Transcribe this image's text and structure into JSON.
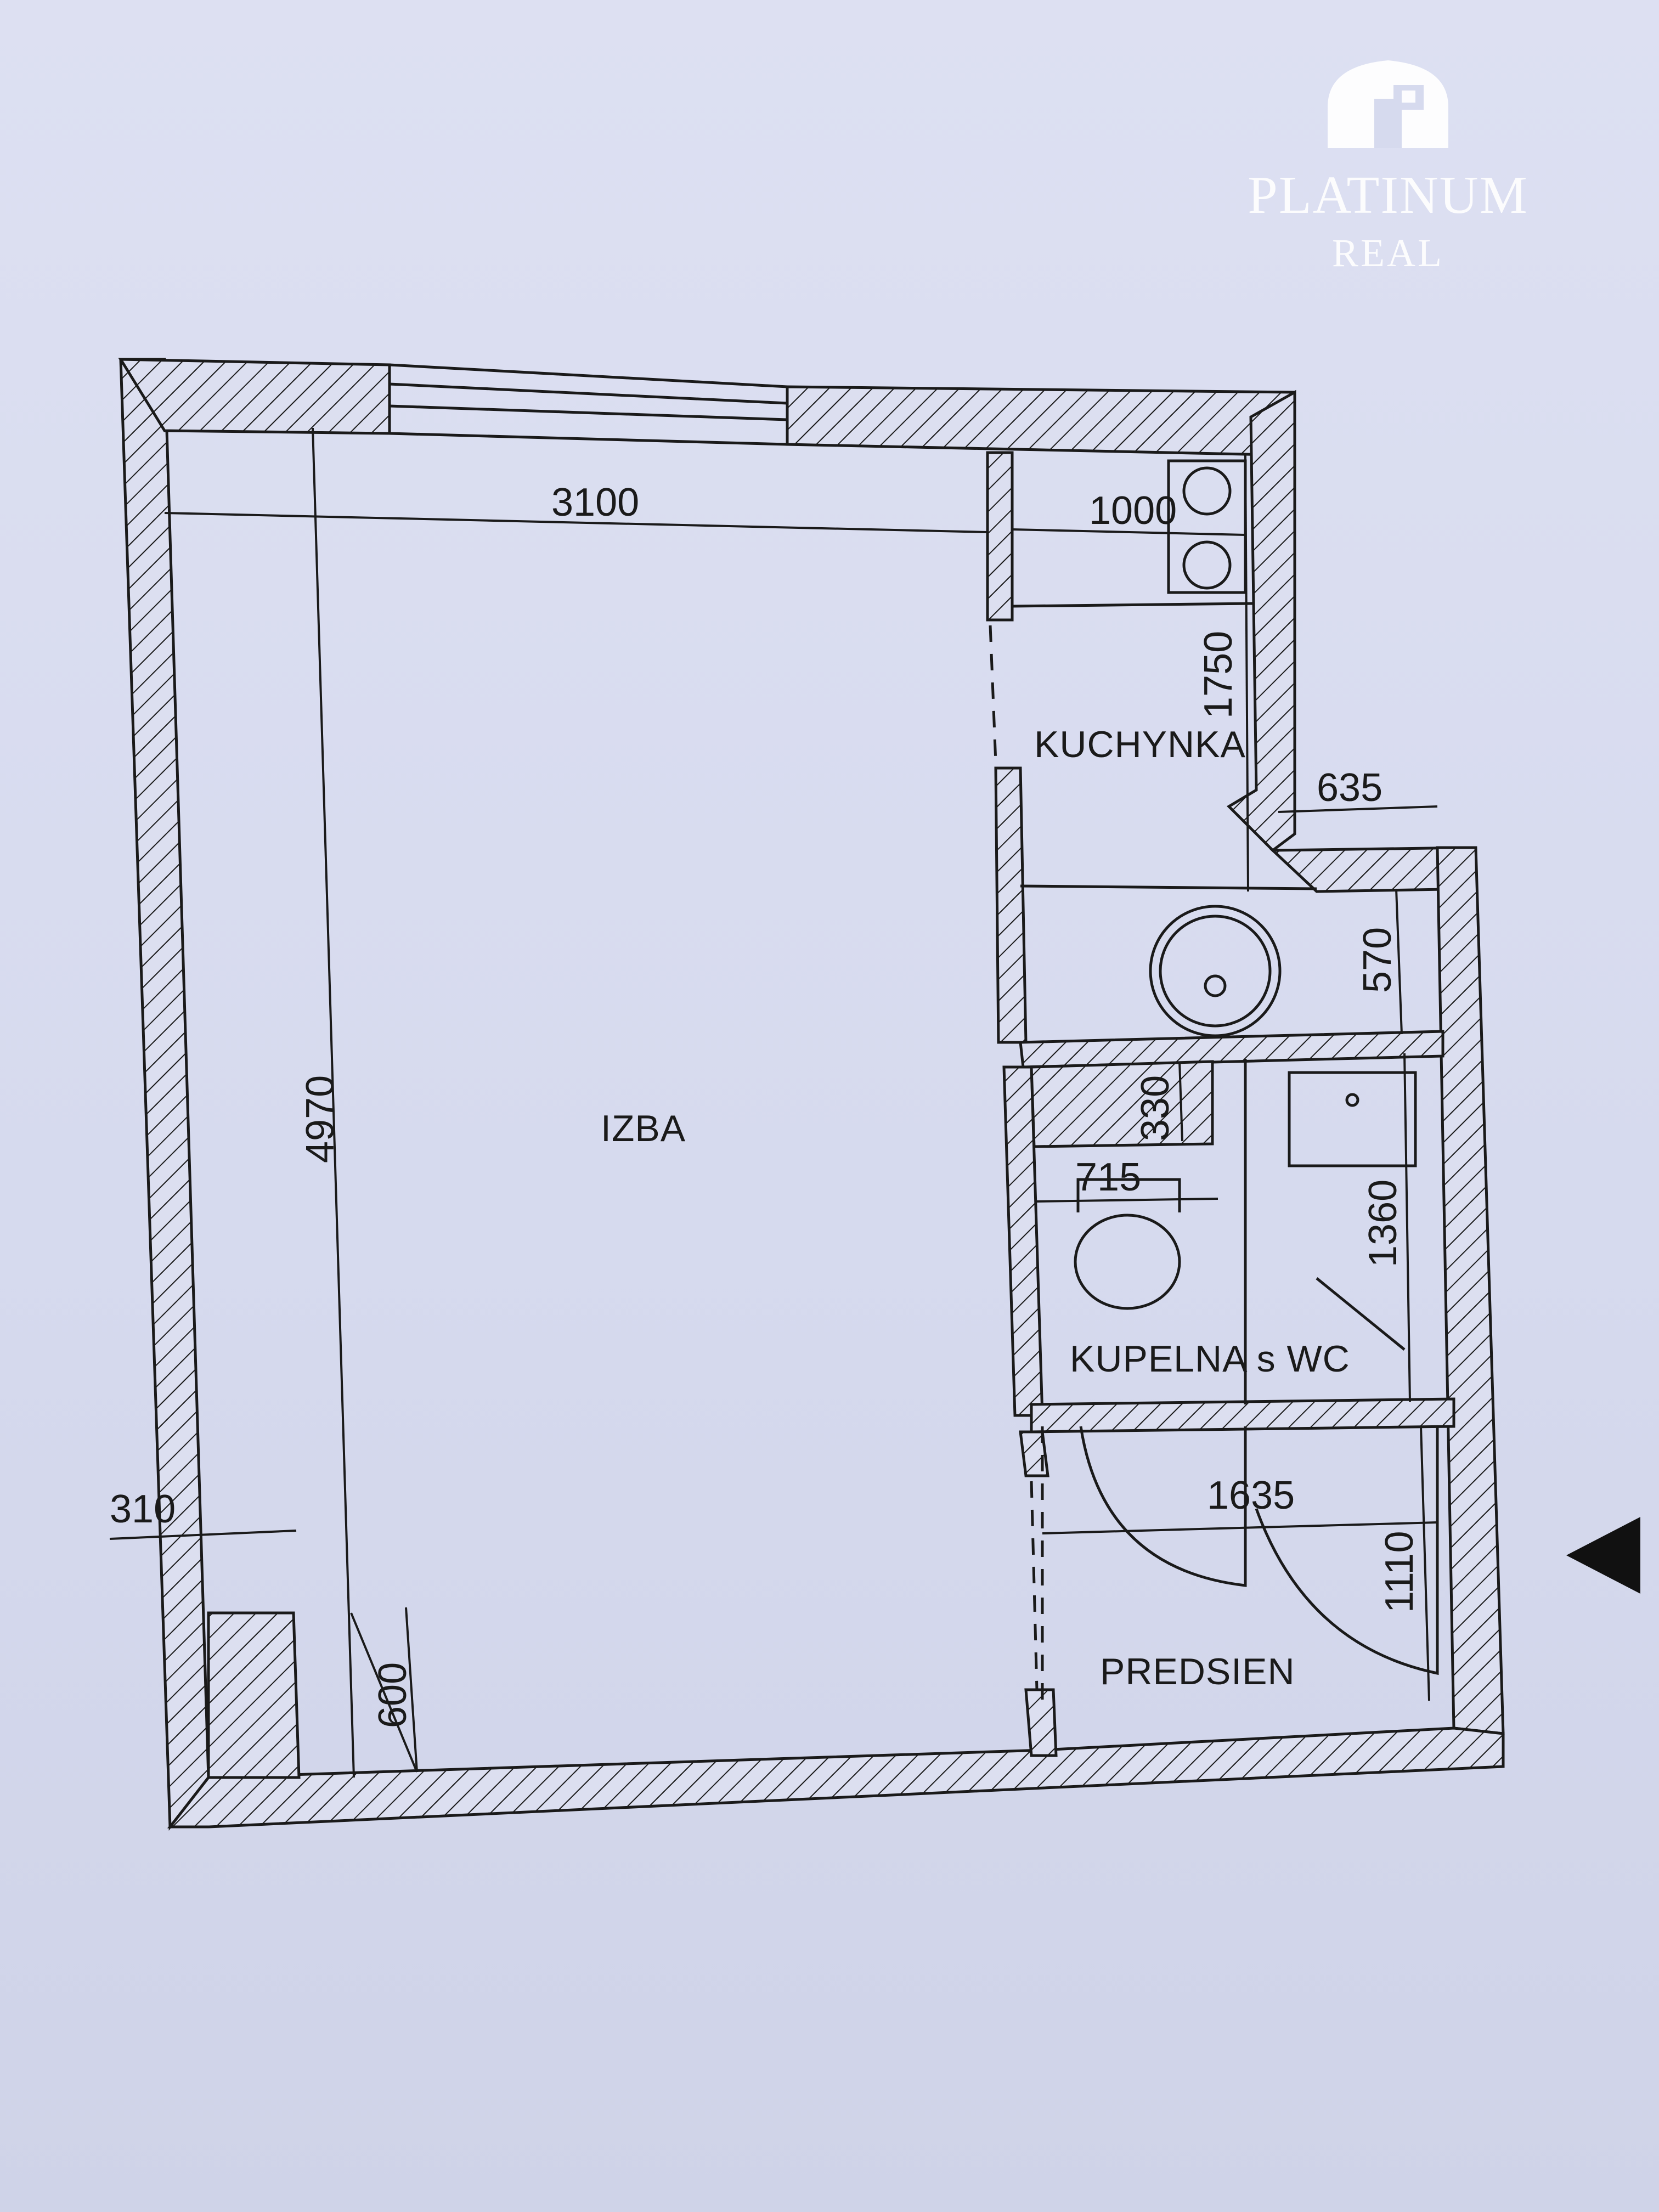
{
  "logo": {
    "line1": "PLATINUM",
    "line2": "REAL"
  },
  "rooms": {
    "izba": "IZBA",
    "kuchynka": "KUCHYNKA",
    "kupelna": "KUPELNA s WC",
    "predsien": "PREDSIEN"
  },
  "dimensions": {
    "izba_width": "3100",
    "izba_length": "4970",
    "kitchen_width": "1000",
    "kitchen_length": "1750",
    "step_635": "635",
    "depth_570": "570",
    "depth_330": "330",
    "wc_width": "715",
    "bath_length": "1360",
    "hall_width": "1635",
    "hall_length": "1110",
    "wall_310": "310",
    "niche_600": "600"
  },
  "colors": {
    "paper": "#d9dced",
    "ink": "#1a1a1a"
  }
}
